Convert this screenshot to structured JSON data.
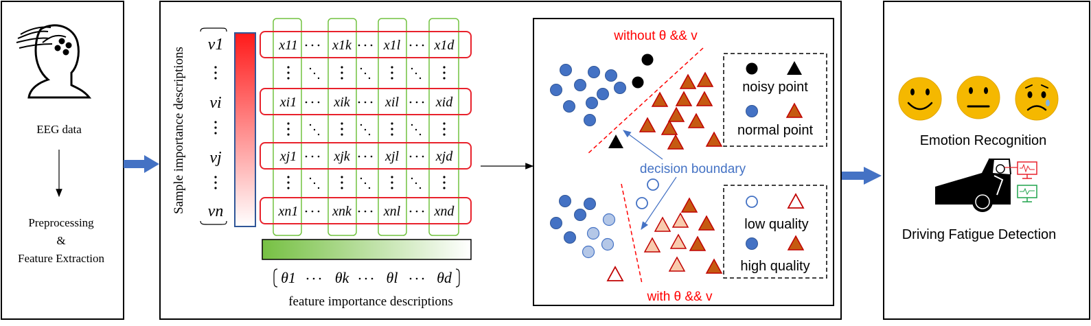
{
  "eeg_panel": {
    "data_label": "EEG data",
    "process_line1": "Preprocessing",
    "process_line2": "&",
    "process_line3": "Feature Extraction"
  },
  "matrix_panel": {
    "sample_axis_label": "Sample importance descriptions",
    "feature_axis_label": "feature importance descriptions",
    "sample_weights": [
      "v1",
      "vi",
      "vj",
      "vn"
    ],
    "rows": [
      [
        "x11",
        "x1k",
        "x1l",
        "x1d"
      ],
      [
        "xi1",
        "xik",
        "xil",
        "xid"
      ],
      [
        "xj1",
        "xjk",
        "xjl",
        "xjd"
      ],
      [
        "xn1",
        "xnk",
        "xnl",
        "xnd"
      ]
    ],
    "feature_weights": [
      "θ1",
      "θk",
      "θl",
      "θd"
    ],
    "colors": {
      "row_box": "#e8212b",
      "column_box": "#70c23e",
      "sample_bar_top": "#ff1a1a",
      "feature_bar_left": "#76c043"
    }
  },
  "scatter_panel": {
    "title_without": "without θ && v",
    "title_with": "with θ && v",
    "boundary_label": "decision boundary",
    "legend_noisy": "noisy point",
    "legend_normal": "normal point",
    "legend_low": "low quality",
    "legend_high": "high quality",
    "colors": {
      "blue_point": "#4472c4",
      "light_blue_point": "#b4c7e7",
      "red_triangle": "#c55a11",
      "triangle_stroke": "#c00000",
      "light_triangle": "#f8cbad",
      "boundary_red": "#ff0000",
      "boundary_label": "#4472c4"
    }
  },
  "applications_panel": {
    "emotion_label": "Emotion Recognition",
    "fatigue_label": "Driving Fatigue Detection",
    "colors": {
      "face": "#f5b800",
      "face_stroke": "#e0a400"
    }
  },
  "colors": {
    "flow_arrow": "#4472c4"
  }
}
